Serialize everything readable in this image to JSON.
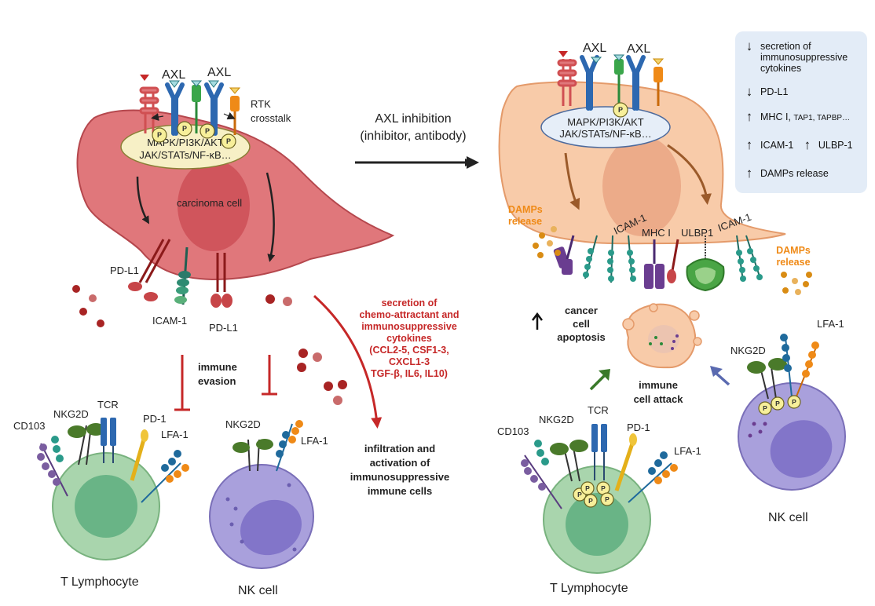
{
  "left": {
    "cell_label": "carcinoma cell",
    "axl_1": "AXL",
    "axl_2": "AXL",
    "rtk": "RTK",
    "crosstalk": "crosstalk",
    "pathway_line1": "MAPK/PI3K/AKT",
    "pathway_line2": "JAK/STATs/NF-κB…",
    "p_label": "P",
    "pdl1_a": "PD-L1",
    "pdl1_b": "PD-L1",
    "icam1": "ICAM-1",
    "immune_line1": "immune",
    "immune_line2": "evasion",
    "secretion_lines": [
      "secretion of",
      "chemo-attractant and",
      "immunosuppressive",
      "cytokines",
      "(CCL2-5, CSF1-3,",
      "CXCL1-3",
      "TGF-β, IL6, IL10)"
    ],
    "infiltration_lines": [
      "infiltration and",
      "activation of",
      "immunosuppressive",
      "immune cells"
    ],
    "tcell": {
      "name": "T Lymphocyte",
      "cd103": "CD103",
      "nkg2d": "NKG2D",
      "tcr": "TCR",
      "pd1": "PD-1",
      "lfa1": "LFA-1"
    },
    "nkcell": {
      "name": "NK cell",
      "nkg2d": "NKG2D",
      "lfa1": "LFA-1"
    }
  },
  "center": {
    "line1": "AXL inhibition",
    "line2": "(inhibitor, antibody)"
  },
  "right": {
    "axl_1": "AXL",
    "axl_2": "AXL",
    "pathway_line1": "MAPK/PI3K/AKT",
    "pathway_line2": "JAK/STATs/NF-κB…",
    "p_label": "P",
    "damps_a_line1": "DAMPs",
    "damps_a_line2": "release",
    "damps_b_line1": "DAMPs",
    "damps_b_line2": "release",
    "icam1_a": "ICAM-1",
    "mhc": "MHC I",
    "ulbp1": "ULBP1",
    "icam1_b": "ICAM-1",
    "apoptosis_lines": [
      "cancer",
      "cell",
      "apoptosis"
    ],
    "attack_line1": "immune",
    "attack_line2": "cell attack",
    "tcell": {
      "name": "T Lymphocyte",
      "cd103": "CD103",
      "nkg2d": "NKG2D",
      "tcr": "TCR",
      "pd1": "PD-1",
      "lfa1": "LFA-1"
    },
    "nkcell": {
      "name": "NK cell",
      "nkg2d": "NKG2D",
      "lfa1": "LFA-1"
    }
  },
  "legend": {
    "items": [
      {
        "dir": "down",
        "text": "secretion of immunosuppressive cytokines"
      },
      {
        "dir": "down",
        "text": "PD-L1"
      },
      {
        "dir": "up",
        "text": "MHC I,",
        "small": "TAP1, TAPBP…"
      },
      {
        "dir": "up",
        "text": "ICAM-1",
        "dir2": "up",
        "text2": "ULBP-1"
      },
      {
        "dir": "up",
        "text": "DAMPs release"
      }
    ]
  },
  "colors": {
    "carcinoma": "#e0777b",
    "carcinoma_nucleus": "#cc4f57",
    "treated_cell": "#f8cba9",
    "treated_nucleus": "#e9a381",
    "tcell": "#a9d5ad",
    "tcell_nucleus": "#69b486",
    "nkcell": "#a9a0dc",
    "nkcell_nucleus": "#8275c9",
    "axl": "#3a78c3",
    "red_text": "#c62828",
    "orange_text": "#ef8a17",
    "legend_bg": "#e3ecf7"
  }
}
